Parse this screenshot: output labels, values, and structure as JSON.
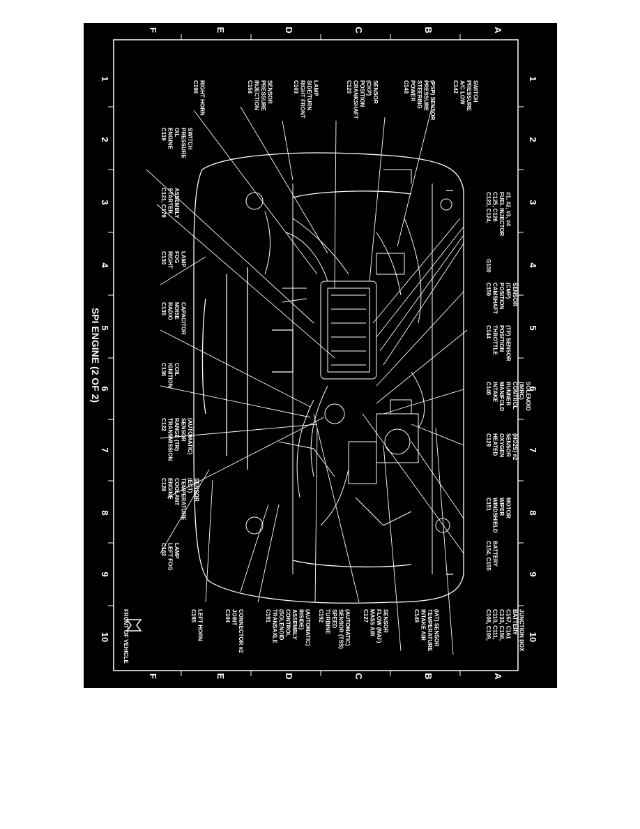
{
  "title": "SPI ENGINE (2 OF 2)",
  "front_label": "FRONT OF VEHICLE",
  "grid": {
    "rows": [
      "A",
      "B",
      "C",
      "D",
      "E",
      "F"
    ],
    "cols": [
      "1",
      "2",
      "3",
      "4",
      "5",
      "6",
      "7",
      "8",
      "9",
      "10"
    ]
  },
  "labels_upper": [
    {
      "id": "c142",
      "lines": [
        "C142",
        "A/C LOW",
        "PRESSURE",
        "SWITCH"
      ]
    },
    {
      "id": "c148",
      "lines": [
        "C148",
        "POWER",
        "STEERING",
        "PRESSURE",
        "(PSP) SENSOR"
      ]
    },
    {
      "id": "c120",
      "lines": [
        "C120",
        "CRANKSHAFT",
        "POSITION",
        "(CKP)",
        "SENSOR"
      ]
    },
    {
      "id": "c103",
      "lines": [
        "C103",
        "RIGHT FRONT",
        "SIDE/TURN",
        "LAMP"
      ]
    },
    {
      "id": "c158",
      "lines": [
        "C158",
        "INJECTION",
        "PRESSURE",
        "SENSOR"
      ]
    },
    {
      "id": "c196",
      "lines": [
        "C196",
        "RIGHT HORN"
      ]
    }
  ],
  "labels_top": [
    {
      "id": "c123",
      "lines": [
        "C123, C124,",
        "C125, C126",
        "FUEL INJECTOR",
        "#1, #2, #3, #4"
      ]
    },
    {
      "id": "g100",
      "lines": [
        "G100"
      ]
    },
    {
      "id": "c150",
      "lines": [
        "C150",
        "CAMSHAFT",
        "POSITION",
        "(CMP)",
        "SENSOR"
      ]
    },
    {
      "id": "c144",
      "lines": [
        "C144",
        "THROTTLE",
        "POSITION",
        "(TP) SENSOR"
      ]
    },
    {
      "id": "c140",
      "lines": [
        "C140",
        "INTAKE",
        "MANIFOLD",
        "RUNNER",
        "CONTROL",
        "(IMRC)",
        "SOLENOID"
      ]
    },
    {
      "id": "c129",
      "lines": [
        "C129",
        "HEATED",
        "OXYGEN",
        "SENSOR",
        "(HO2S) #2"
      ]
    },
    {
      "id": "c151",
      "lines": [
        "C151",
        "WINDSHIELD",
        "WIPER",
        "MOTOR"
      ]
    },
    {
      "id": "c154",
      "lines": [
        "C154, C155",
        "BATTERY"
      ]
    }
  ],
  "labels_bottom": [
    {
      "id": "c119",
      "lines": [
        "C119",
        "ENGINE",
        "OIL",
        "PRESSURE",
        "SWITCH"
      ]
    },
    {
      "id": "c121",
      "lines": [
        "C121, C179",
        "STARTER",
        "ASSEMBLY"
      ]
    },
    {
      "id": "c130",
      "lines": [
        "C130",
        "RIGHT",
        "FOG",
        "LAMP"
      ]
    },
    {
      "id": "c135",
      "lines": [
        "C135",
        "RADIO",
        "NOISE",
        "CAPACITOR"
      ]
    },
    {
      "id": "c136",
      "lines": [
        "C136",
        "IGNITION",
        "COIL"
      ]
    },
    {
      "id": "c122",
      "lines": [
        "C122",
        "TRANSMISSION",
        "RANGE (TR)",
        "SENSOR",
        "(AUTOMATIC)"
      ]
    },
    {
      "id": "c128",
      "lines": [
        "C128",
        "ENGINE",
        "COOLANT",
        "TEMPERATURE",
        "(ECT)",
        "SENSOR"
      ]
    },
    {
      "id": "c162",
      "lines": [
        "C162",
        "LEFT FOG",
        "LAMP"
      ]
    }
  ],
  "labels_lower": [
    {
      "id": "c108",
      "lines": [
        "C108, C109,",
        "C110, C111,",
        "C133, C156,",
        "C157, C161",
        "BATTERY",
        "JUNCTION BOX"
      ]
    },
    {
      "id": "c149",
      "lines": [
        "C149",
        "INTAKE AIR",
        "TEMPERATURE",
        "(IAT) SENSOR"
      ]
    },
    {
      "id": "c127",
      "lines": [
        "C127",
        "MASS AIR",
        "FLOW (MAF)",
        "SENSOR"
      ]
    },
    {
      "id": "c192",
      "lines": [
        "C192",
        "TURBINE",
        "SPEED",
        "SENSOR (TSS)",
        "(AUTOMATIC)"
      ]
    },
    {
      "id": "c191",
      "lines": [
        "C191",
        "TRANSAXLE",
        "(SOLENOID",
        "CONTROL",
        "ASSEMBLY",
        "INSIDE)",
        "(AUTOMATIC)"
      ]
    },
    {
      "id": "c104",
      "lines": [
        "C104",
        "JOINT",
        "CONNECTOR #2"
      ]
    },
    {
      "id": "c195",
      "lines": [
        "C195",
        "LEFT HORN"
      ]
    }
  ]
}
